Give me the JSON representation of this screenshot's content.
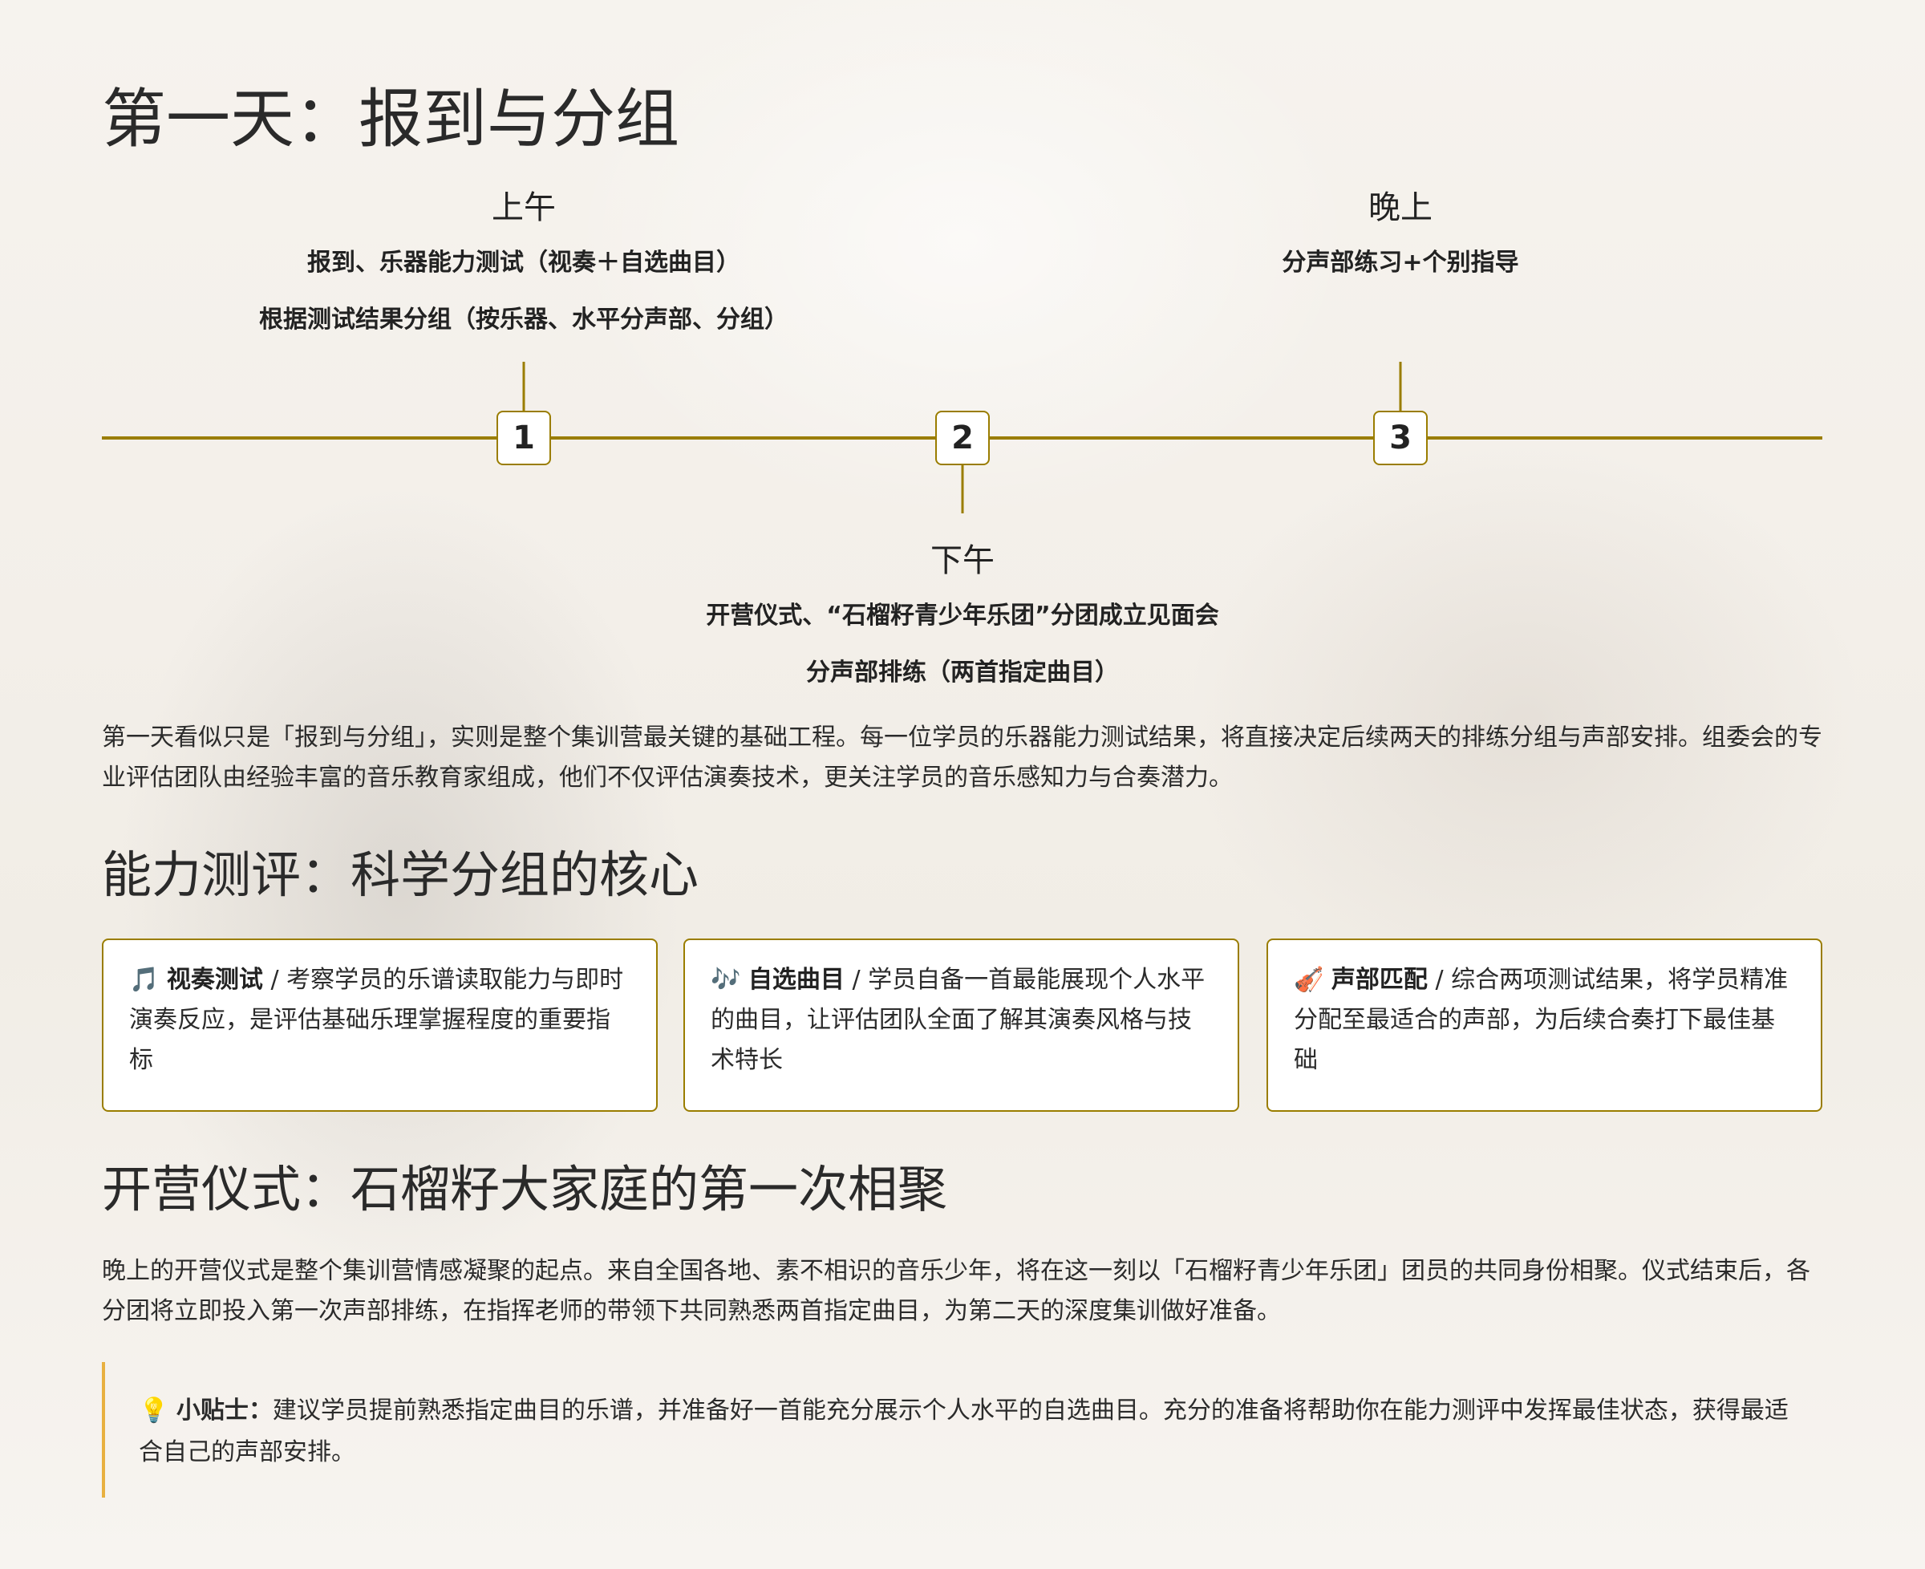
{
  "title": "第一天：报到与分组",
  "timeline": [
    {
      "number": "1",
      "period": "上午",
      "items": [
        "报到、乐器能力测试（视奏＋自选曲目）",
        "根据测试结果分组（按乐器、水平分声部、分组）"
      ]
    },
    {
      "number": "2",
      "period": "下午",
      "items": [
        "开营仪式、“石榴籽青少年乐团”分团成立见面会",
        "分声部排练（两首指定曲目）"
      ]
    },
    {
      "number": "3",
      "period": "晚上",
      "items": [
        "分声部练习+个别指导"
      ]
    }
  ],
  "intro": "第一天看似只是「报到与分组」，实则是整个集训营最关键的基础工程。每一位学员的乐器能力测试结果，将直接决定后续两天的排练分组与声部安排。组委会的专业评估团队由经验丰富的音乐教育家组成，他们不仅评估演奏技术，更关注学员的音乐感知力与合奏潜力。",
  "section2": {
    "heading": "能力测评：科学分组的核心",
    "cards": [
      {
        "icon": "🎵",
        "title": "视奏测试",
        "sep": " / ",
        "text": "考察学员的乐谱读取能力与即时演奏反应，是评估基础乐理掌握程度的重要指标"
      },
      {
        "icon": "🎶",
        "title": "自选曲目",
        "sep": " / ",
        "text": "学员自备一首最能展现个人水平的曲目，让评估团队全面了解其演奏风格与技术特长"
      },
      {
        "icon": "🎻",
        "title": "声部匹配",
        "sep": " / ",
        "text": "综合两项测试结果，将学员精准分配至最适合的声部，为后续合奏打下最佳基础"
      }
    ]
  },
  "section3": {
    "heading": "开营仪式：石榴籽大家庭的第一次相聚",
    "text": "晚上的开营仪式是整个集训营情感凝聚的起点。来自全国各地、素不相识的音乐少年，将在这一刻以「石榴籽青少年乐团」团员的共同身份相聚。仪式结束后，各分团将立即投入第一次声部排练，在指挥老师的带领下共同熟悉两首指定曲目，为第二天的深度集训做好准备。"
  },
  "tip": {
    "icon": "💡",
    "label": "小贴士：",
    "text": "建议学员提前熟悉指定曲目的乐谱，并准备好一首能充分展示个人水平的自选曲目。充分的准备将帮助你在能力测评中发挥最佳状态，获得最适合自己的声部安排。"
  },
  "colors": {
    "accent": "#9a7d00",
    "tip_border": "#e8b040"
  }
}
